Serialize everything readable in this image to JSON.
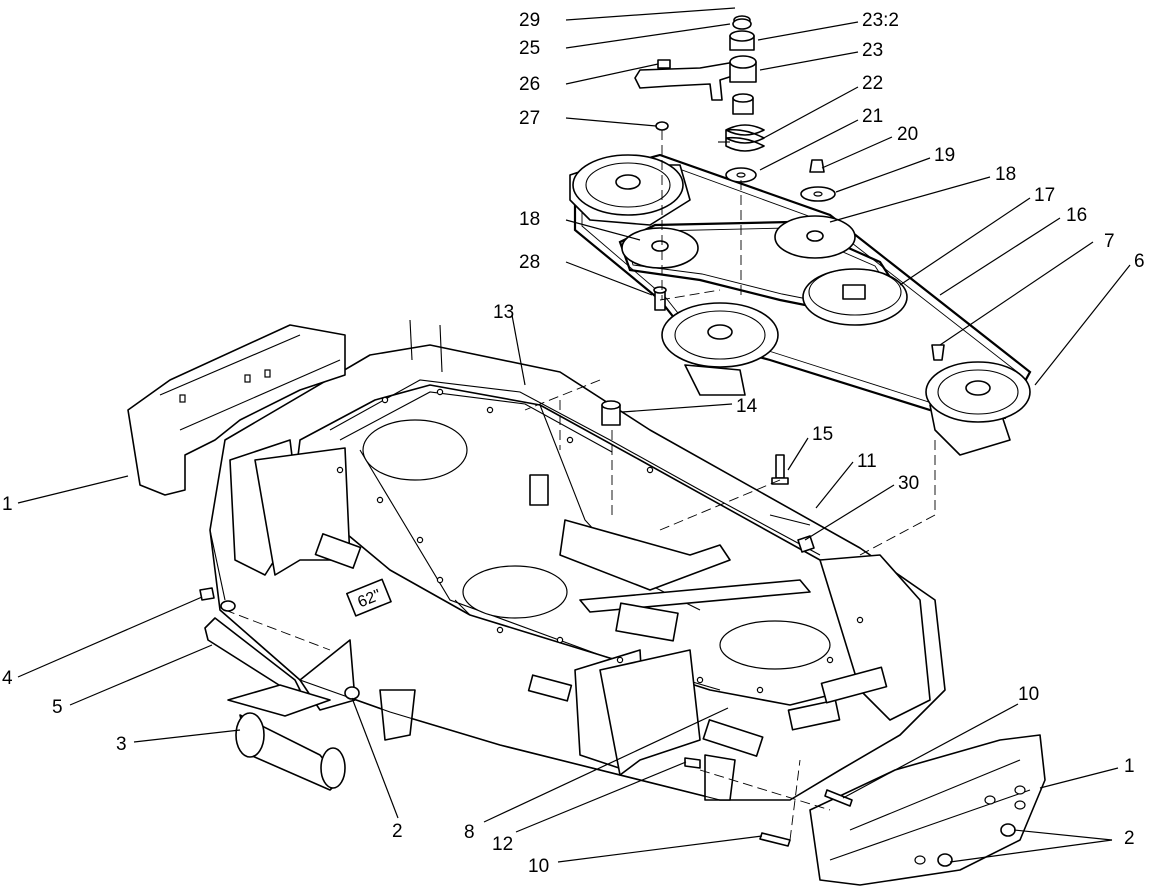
{
  "diagram": {
    "deck_size_decal": "62\"",
    "callouts": [
      {
        "id": "c29",
        "label": "29"
      },
      {
        "id": "c23_2",
        "label": "23:2"
      },
      {
        "id": "c25",
        "label": "25"
      },
      {
        "id": "c23",
        "label": "23"
      },
      {
        "id": "c26",
        "label": "26"
      },
      {
        "id": "c22",
        "label": "22"
      },
      {
        "id": "c27",
        "label": "27"
      },
      {
        "id": "c21",
        "label": "21"
      },
      {
        "id": "c20",
        "label": "20"
      },
      {
        "id": "c19",
        "label": "19"
      },
      {
        "id": "c18a",
        "label": "18"
      },
      {
        "id": "c18b",
        "label": "18"
      },
      {
        "id": "c17",
        "label": "17"
      },
      {
        "id": "c16",
        "label": "16"
      },
      {
        "id": "c7",
        "label": "7"
      },
      {
        "id": "c6",
        "label": "6"
      },
      {
        "id": "c28",
        "label": "28"
      },
      {
        "id": "c13",
        "label": "13"
      },
      {
        "id": "c14",
        "label": "14"
      },
      {
        "id": "c15",
        "label": "15"
      },
      {
        "id": "c11",
        "label": "11"
      },
      {
        "id": "c30",
        "label": "30"
      },
      {
        "id": "c1a",
        "label": "1"
      },
      {
        "id": "c4",
        "label": "4"
      },
      {
        "id": "c5",
        "label": "5"
      },
      {
        "id": "c3",
        "label": "3"
      },
      {
        "id": "c2a",
        "label": "2"
      },
      {
        "id": "c8",
        "label": "8"
      },
      {
        "id": "c12",
        "label": "12"
      },
      {
        "id": "c10a",
        "label": "10"
      },
      {
        "id": "c10b",
        "label": "10"
      },
      {
        "id": "c1b",
        "label": "1"
      },
      {
        "id": "c2b",
        "label": "2"
      }
    ]
  }
}
